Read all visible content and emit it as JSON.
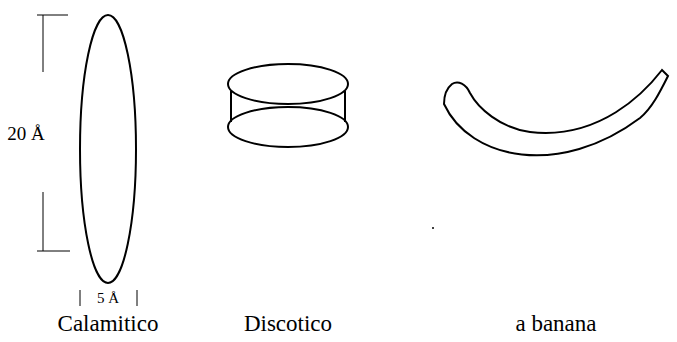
{
  "diagram": {
    "labels": [
      "20 Å",
      "5 Å",
      "Calamitico",
      "Discotico",
      "a banana"
    ]
  }
}
